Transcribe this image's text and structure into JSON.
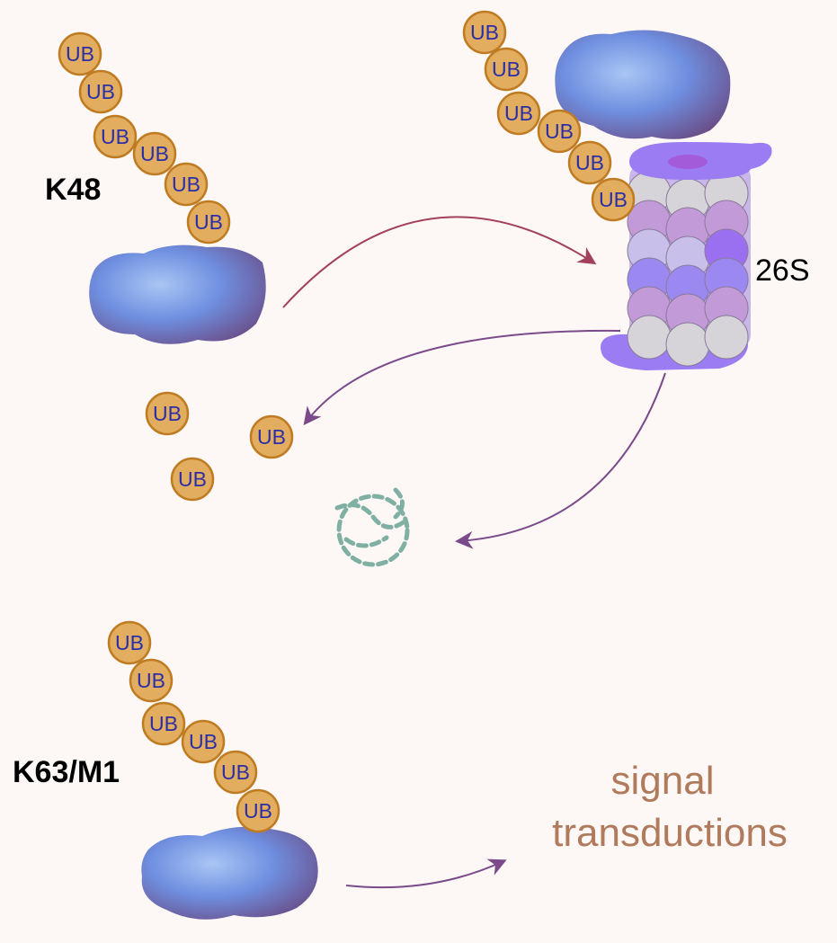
{
  "labels": {
    "k48": "K48",
    "proteasome": "26S",
    "k63": "K63/M1",
    "signal_line1": "signal",
    "signal_line2": "transductions"
  },
  "ubiquitin": {
    "label": "UB",
    "fill": "#e3ad60",
    "stroke": "#bf7b22",
    "text_color": "#2a2fa8"
  },
  "colors": {
    "background": "#fdf8f5",
    "arrow_k48": "#a3405c",
    "arrow_recycle": "#7a4a8a",
    "signal_text": "#b07a5c",
    "peptide": "#7fb0a3",
    "proteasome_cap": "#9b7cf2"
  }
}
